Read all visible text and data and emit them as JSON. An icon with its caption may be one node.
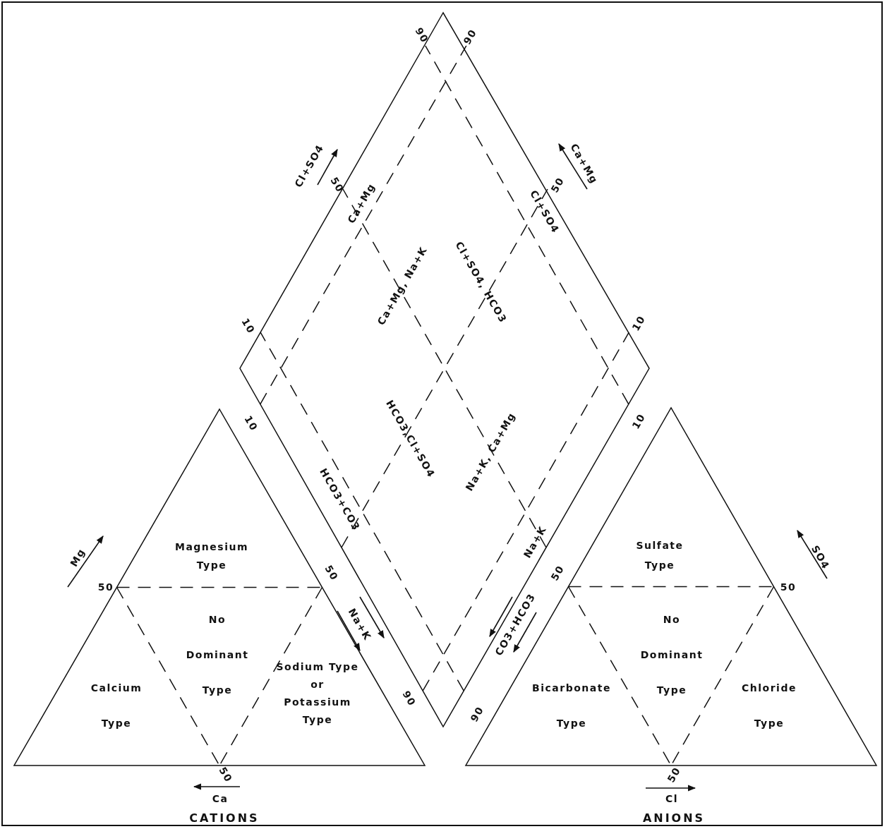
{
  "diagram": {
    "nodes": [
      {
        "text": [
          "Ca+Mg, Na+K",
          "Cl+SO4, HCO3",
          "HCO3,Cl+SO4",
          "Na+K, Ca+Mg"
        ]
      },
      {
        "text": [
          "Magnesium Type",
          "No Dominant Type",
          "Calcium Type",
          "Sodium Type or Potassium Type"
        ]
      },
      {
        "text": [
          "Sulfate Type",
          "No Dominant Type",
          "Bicarbonate Type",
          "Chloride Type"
        ]
      }
    ],
    "labels": [
      "90",
      "90",
      "Cl+SO4",
      "50",
      "50",
      "Ca+Mg",
      "Ca+Mg",
      "Cl+SO4",
      "10",
      "10",
      "10",
      "10",
      "HCO3+CO3",
      "Na+K",
      "Mg",
      "50",
      "50",
      "50",
      "Na+K",
      "CO3+HCO3",
      "50",
      "SO4",
      "90",
      "90",
      "50",
      "Ca",
      "CATIONS",
      "50",
      "Cl",
      "ANIONS"
    ]
  }
}
